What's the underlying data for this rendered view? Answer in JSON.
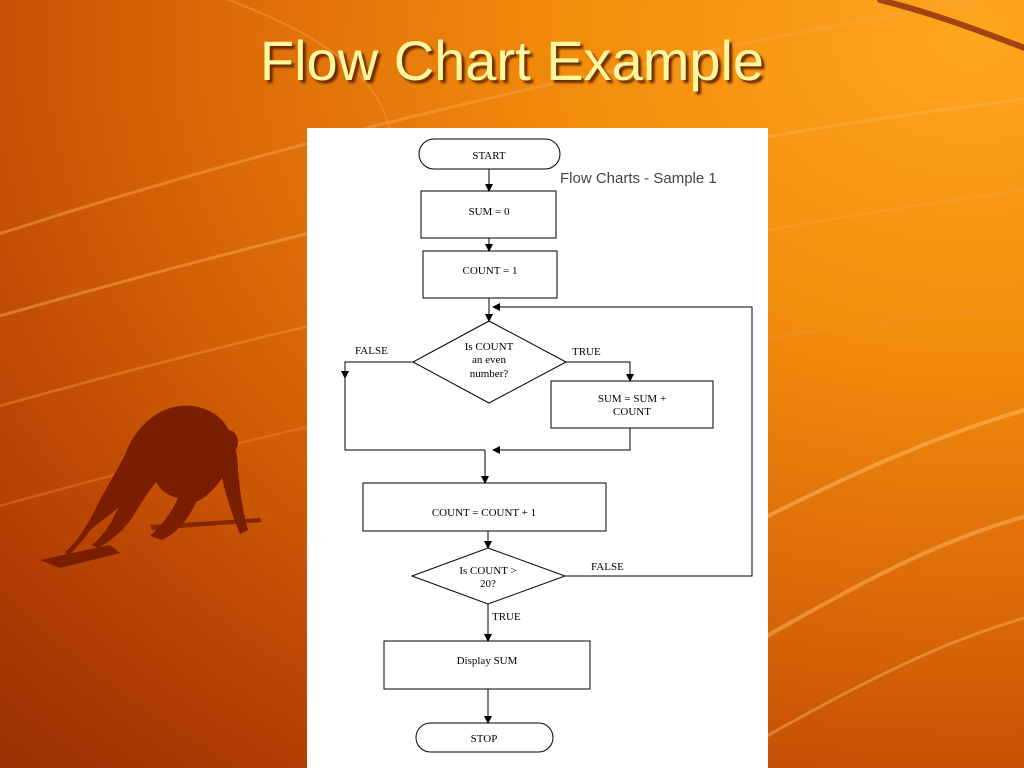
{
  "slide": {
    "title": "Flow Chart Example"
  },
  "flowchart": {
    "caption": "Flow Charts - Sample 1",
    "start": "START",
    "sum_init": "SUM = 0",
    "count_init": "COUNT = 1",
    "decision_even": {
      "line1": "Is COUNT",
      "line2": "an even",
      "line3": "number?"
    },
    "false_label_even": "FALSE",
    "true_label_even": "TRUE",
    "sum_update": {
      "line1": "SUM = SUM +",
      "line2": "COUNT"
    },
    "count_increment": "COUNT = COUNT + 1",
    "decision_gt": {
      "line1": "Is COUNT >",
      "line2": "20?"
    },
    "false_label_gt": "FALSE",
    "true_label_gt": "TRUE",
    "display": "Display SUM",
    "stop": "STOP"
  },
  "colors": {
    "background_light": "#ffa51e",
    "background_dark": "#9a3003",
    "title": "#fff6a0",
    "runner": "#7a1e02"
  },
  "icons": {
    "runner": "sprinter-silhouette-icon"
  }
}
